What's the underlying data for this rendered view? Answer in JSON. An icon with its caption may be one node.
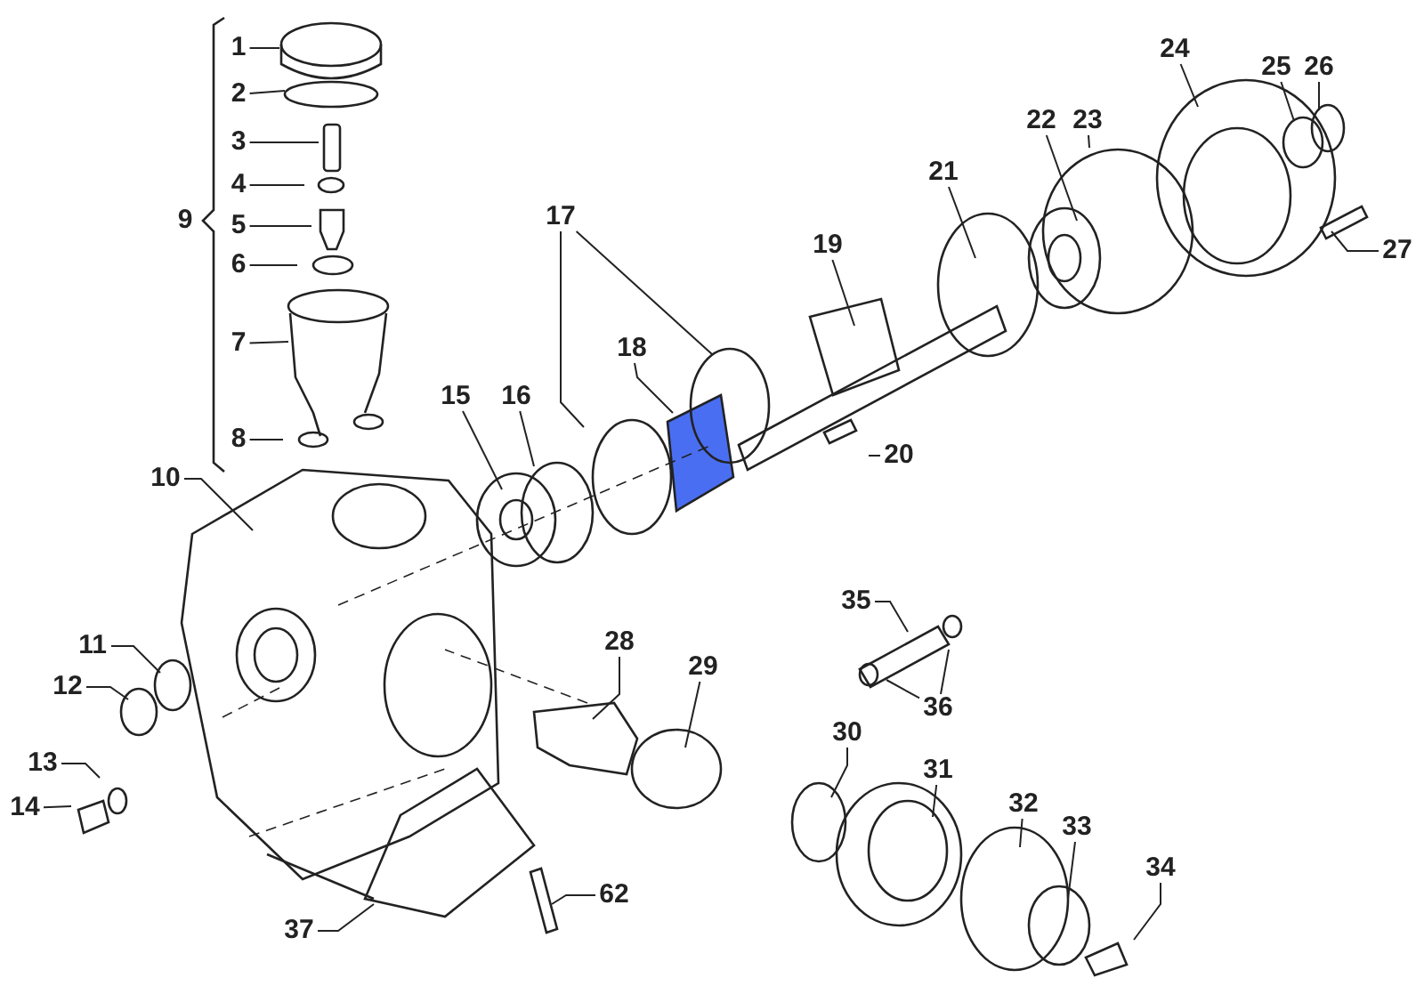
{
  "diagram": {
    "nodes": [
      {
        "text": [
          "1"
        ]
      },
      {
        "text": [
          "2"
        ]
      },
      {
        "text": [
          "3"
        ]
      },
      {
        "text": [
          "4"
        ]
      },
      {
        "text": [
          "5"
        ]
      },
      {
        "text": [
          "6"
        ]
      },
      {
        "text": [
          "7"
        ]
      },
      {
        "text": [
          "8"
        ]
      },
      {
        "text": [
          "10"
        ]
      },
      {
        "text": [
          "11"
        ]
      },
      {
        "text": [
          "12"
        ]
      },
      {
        "text": [
          "13"
        ]
      },
      {
        "text": [
          "14"
        ]
      },
      {
        "text": [
          "15"
        ]
      },
      {
        "text": [
          "16"
        ]
      },
      {
        "text": [
          "17"
        ]
      },
      {
        "text": [
          "18"
        ]
      },
      {
        "text": [
          "19"
        ]
      },
      {
        "text": [
          "20"
        ]
      },
      {
        "text": [
          "21"
        ]
      },
      {
        "text": [
          "22"
        ]
      },
      {
        "text": [
          "23"
        ]
      },
      {
        "text": [
          "24"
        ]
      },
      {
        "text": [
          "25"
        ]
      },
      {
        "text": [
          "26"
        ]
      },
      {
        "text": [
          "27"
        ]
      },
      {
        "text": [
          "28"
        ]
      },
      {
        "text": [
          "29"
        ]
      },
      {
        "text": [
          "30"
        ]
      },
      {
        "text": [
          "31"
        ]
      },
      {
        "text": [
          "32"
        ]
      },
      {
        "text": [
          "33"
        ]
      },
      {
        "text": [
          "34"
        ]
      },
      {
        "text": [
          "35"
        ]
      },
      {
        "text": [
          "36"
        ]
      },
      {
        "text": [
          "37"
        ]
      },
      {
        "text": [
          "62"
        ]
      }
    ],
    "edges": [
      {
        "from": 0,
        "to": null,
        "arrow": "none"
      },
      {
        "from": 1,
        "to": null,
        "arrow": "none"
      },
      {
        "from": 2,
        "to": null,
        "arrow": "none"
      },
      {
        "from": 3,
        "to": null,
        "arrow": "none"
      },
      {
        "from": 4,
        "to": null,
        "arrow": "none"
      },
      {
        "from": 5,
        "to": null,
        "arrow": "none"
      },
      {
        "from": 6,
        "to": null,
        "arrow": "none"
      },
      {
        "from": 7,
        "to": null,
        "arrow": "none"
      },
      {
        "from": 8,
        "to": null,
        "arrow": "none"
      },
      {
        "from": 9,
        "to": null,
        "arrow": "none"
      },
      {
        "from": 10,
        "to": null,
        "arrow": "none"
      },
      {
        "from": 11,
        "to": null,
        "arrow": "none"
      },
      {
        "from": 12,
        "to": null,
        "arrow": "none"
      },
      {
        "from": 13,
        "to": null,
        "arrow": "none"
      },
      {
        "from": 14,
        "to": null,
        "arrow": "none"
      },
      {
        "from": 15,
        "to": null,
        "arrow": "none"
      },
      {
        "from": 15,
        "to": null,
        "arrow": "none"
      },
      {
        "from": 16,
        "to": null,
        "arrow": "none"
      },
      {
        "from": 17,
        "to": null,
        "arrow": "none"
      },
      {
        "from": 18,
        "to": null,
        "arrow": "none"
      },
      {
        "from": 19,
        "to": null,
        "arrow": "none"
      },
      {
        "from": 20,
        "to": null,
        "arrow": "none"
      },
      {
        "from": 21,
        "to": null,
        "arrow": "none"
      },
      {
        "from": 22,
        "to": null,
        "arrow": "none"
      },
      {
        "from": 23,
        "to": null,
        "arrow": "none"
      },
      {
        "from": 24,
        "to": null,
        "arrow": "none"
      },
      {
        "from": 25,
        "to": null,
        "arrow": "none"
      },
      {
        "from": 26,
        "to": null,
        "arrow": "none"
      },
      {
        "from": 27,
        "to": null,
        "arrow": "none"
      },
      {
        "from": 28,
        "to": null,
        "arrow": "none"
      },
      {
        "from": 29,
        "to": null,
        "arrow": "none"
      },
      {
        "from": 30,
        "to": null,
        "arrow": "none"
      },
      {
        "from": 31,
        "to": null,
        "arrow": "none"
      },
      {
        "from": 32,
        "to": null,
        "arrow": "none"
      },
      {
        "from": 33,
        "to": null,
        "arrow": "none"
      },
      {
        "from": 34,
        "to": null,
        "arrow": "none"
      },
      {
        "from": 34,
        "to": null,
        "arrow": "none"
      },
      {
        "from": 35,
        "to": null,
        "arrow": "none"
      },
      {
        "from": 36,
        "to": null,
        "arrow": "none"
      }
    ],
    "labels": [
      "9"
    ]
  }
}
